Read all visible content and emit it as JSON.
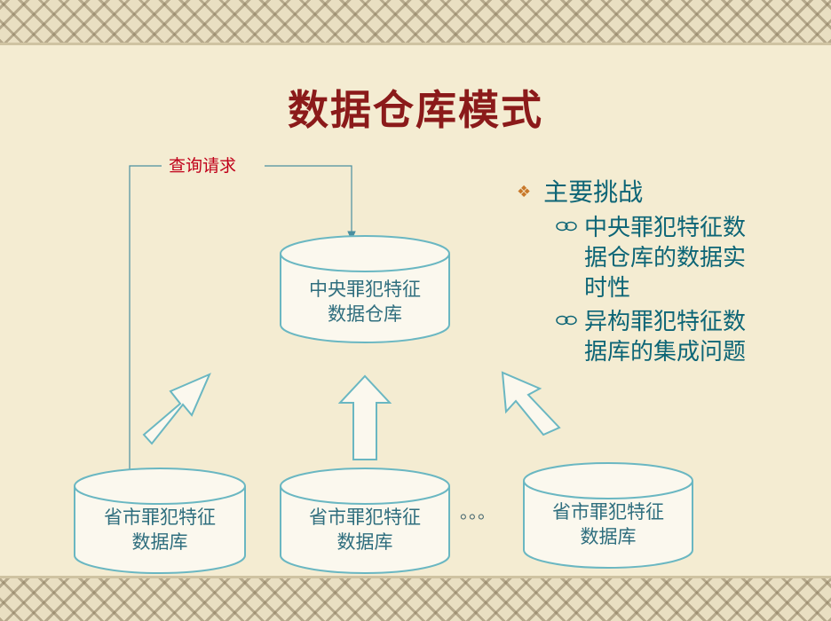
{
  "title": "数据仓库模式",
  "query_label": "查询请求",
  "central_db": {
    "line1": "中央罪犯特征",
    "line2": "数据仓库"
  },
  "provincial_dbs": [
    {
      "line1": "省市罪犯特征",
      "line2": "数据库"
    },
    {
      "line1": "省市罪犯特征",
      "line2": "数据库"
    },
    {
      "line1": "省市罪犯特征",
      "line2": "数据库"
    }
  ],
  "ellipsis": "。。。",
  "challenges": {
    "heading": "主要挑战",
    "items": [
      {
        "line1": "中央罪犯特征数",
        "line2": "据仓库的数据实",
        "line3": "时性"
      },
      {
        "line1": "异构罪犯特征数",
        "line2": "据库的集成问题",
        "line3": ""
      }
    ]
  },
  "colors": {
    "title": "#8b1a1a",
    "query_label": "#c0001a",
    "cylinder_stroke": "#6ab7c2",
    "cylinder_text": "#2f6e7e",
    "challenge_text": "#0d6576",
    "bullet": "#c8782a"
  }
}
